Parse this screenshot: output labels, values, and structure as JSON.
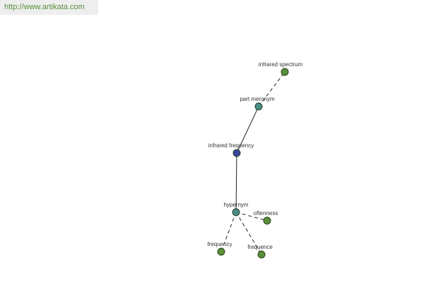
{
  "source_url": "http://www.artikata.com",
  "colors": {
    "word_node": "#5a8f3a",
    "relation_node": "#4a8a8a",
    "focus_node": "#3a47a0"
  },
  "graph": {
    "nodes": {
      "infrared_spectrum": {
        "label": "infrared spectrum",
        "kind": "word"
      },
      "part_meronym": {
        "label": "part meronym",
        "kind": "relation"
      },
      "infrared_frequency": {
        "label": "infrared frequency",
        "kind": "focus"
      },
      "hypernym": {
        "label": "hypernym",
        "kind": "relation"
      },
      "oftenness": {
        "label": "oftenness",
        "kind": "word"
      },
      "frequency": {
        "label": "frequency",
        "kind": "word"
      },
      "frequence": {
        "label": "frequence",
        "kind": "word"
      }
    },
    "edges": [
      {
        "from": "part_meronym",
        "to": "infrared_spectrum",
        "style": "dashed"
      },
      {
        "from": "infrared_frequency",
        "to": "part_meronym",
        "style": "solid"
      },
      {
        "from": "infrared_frequency",
        "to": "hypernym",
        "style": "solid"
      },
      {
        "from": "hypernym",
        "to": "oftenness",
        "style": "dashed"
      },
      {
        "from": "hypernym",
        "to": "frequency",
        "style": "dashed"
      },
      {
        "from": "hypernym",
        "to": "frequence",
        "style": "dashed"
      }
    ]
  }
}
